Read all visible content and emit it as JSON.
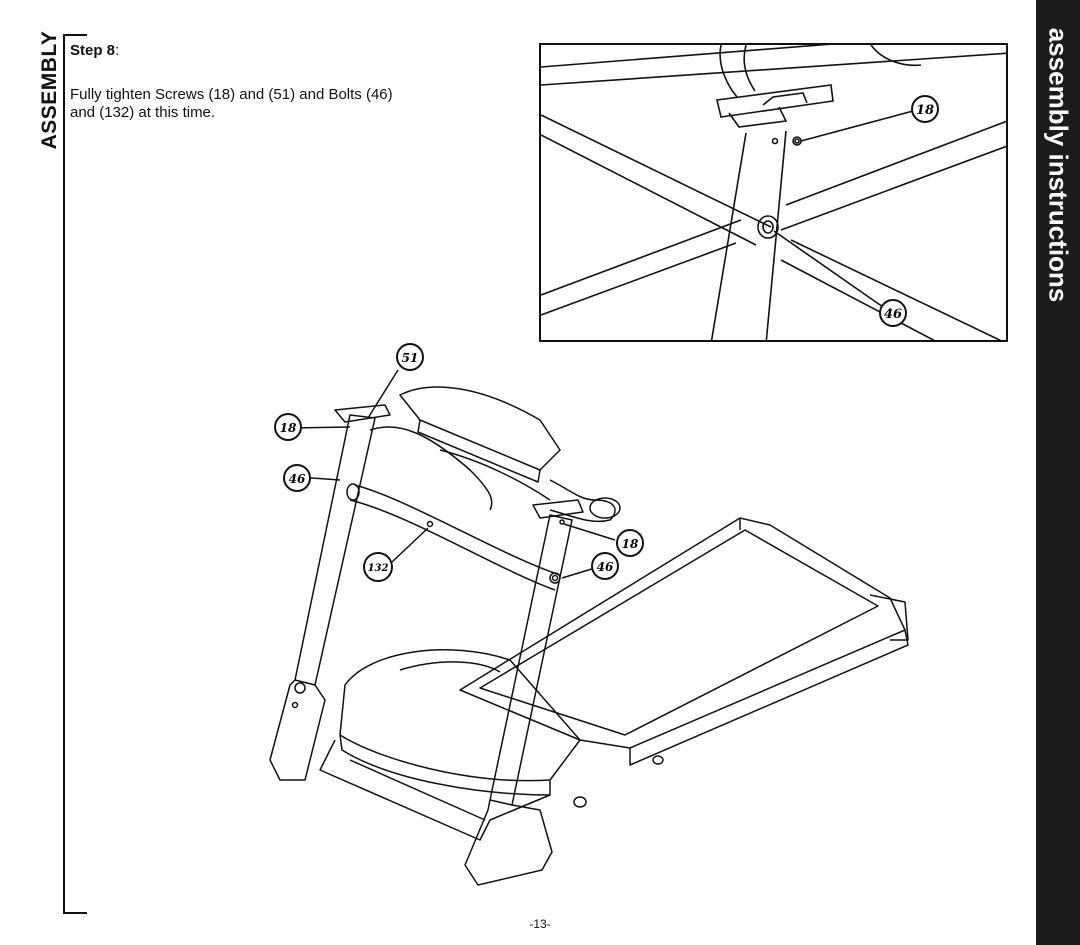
{
  "side_tab": {
    "label": "assembly instructions"
  },
  "section": {
    "label": "ASSEMBLY"
  },
  "step": {
    "heading": "Step 8",
    "suffix": ":",
    "text": "Fully tighten Screws (18) and (51) and Bolts (46) and (132) at this time."
  },
  "detail_callouts": {
    "screw_18": "18",
    "bolt_46": "46"
  },
  "main_callouts": {
    "screw_51": "51",
    "screw_18_left": "18",
    "bolt_46_left": "46",
    "screw_18_right": "18",
    "bolt_132": "132",
    "bolt_46_right": "46"
  },
  "footer": {
    "page_number": "-13-"
  },
  "colors": {
    "side_tab": "#1b1b1b",
    "line": "#111111"
  }
}
